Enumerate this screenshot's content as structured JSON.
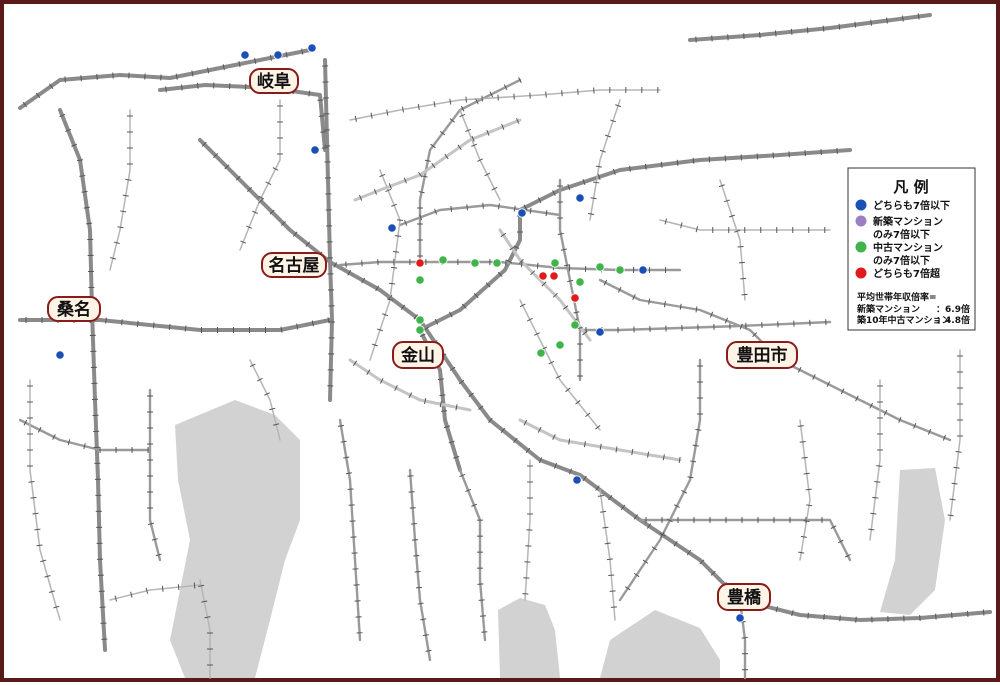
{
  "cities": [
    {
      "id": "gifu",
      "label": "岐阜"
    },
    {
      "id": "nagoya",
      "label": "名古屋"
    },
    {
      "id": "kuwana",
      "label": "桑名"
    },
    {
      "id": "kanayama",
      "label": "金山"
    },
    {
      "id": "toyota",
      "label": "豊田市"
    },
    {
      "id": "toyohashi",
      "label": "豊橋"
    }
  ],
  "legend": {
    "title": "凡 例",
    "items": [
      {
        "color": "#1a4fb5",
        "lines": [
          "どちらも7倍以下"
        ]
      },
      {
        "color": "#9b7ec4",
        "lines": [
          "新築マンション",
          "のみ7倍以下"
        ]
      },
      {
        "color": "#3fb44a",
        "lines": [
          "中古マンション",
          "のみ7倍以下"
        ]
      },
      {
        "color": "#e11b1b",
        "lines": [
          "どちらも7倍超"
        ]
      }
    ],
    "stats_title": "平均世帯年収倍率=",
    "stats": [
      {
        "label": "新築マンション",
        "value": "：6.9倍"
      },
      {
        "label": "築10年中古マンション",
        "value": "：4.8倍"
      }
    ]
  },
  "colors": {
    "rail": "#8a8a8a",
    "rail_light": "#c4c4c4",
    "water": "#d2d2d2",
    "border": "#5a1a1a"
  },
  "markers": [
    {
      "category": "both_under_7"
    },
    {
      "category": "both_under_7"
    },
    {
      "category": "both_under_7"
    },
    {
      "category": "both_under_7"
    },
    {
      "category": "both_under_7"
    },
    {
      "category": "both_under_7"
    },
    {
      "category": "both_under_7"
    },
    {
      "category": "both_under_7"
    },
    {
      "category": "both_under_7"
    },
    {
      "category": "both_under_7"
    },
    {
      "category": "both_under_7"
    },
    {
      "category": "both_under_7"
    },
    {
      "category": "used_only_under_7"
    },
    {
      "category": "used_only_under_7"
    },
    {
      "category": "used_only_under_7"
    },
    {
      "category": "used_only_under_7"
    },
    {
      "category": "used_only_under_7"
    },
    {
      "category": "used_only_under_7"
    },
    {
      "category": "used_only_under_7"
    },
    {
      "category": "used_only_under_7"
    },
    {
      "category": "used_only_under_7"
    },
    {
      "category": "used_only_under_7"
    },
    {
      "category": "used_only_under_7"
    },
    {
      "category": "used_only_under_7"
    },
    {
      "category": "used_only_under_7"
    },
    {
      "category": "both_over_7"
    },
    {
      "category": "both_over_7"
    },
    {
      "category": "both_over_7"
    },
    {
      "category": "both_over_7"
    }
  ]
}
